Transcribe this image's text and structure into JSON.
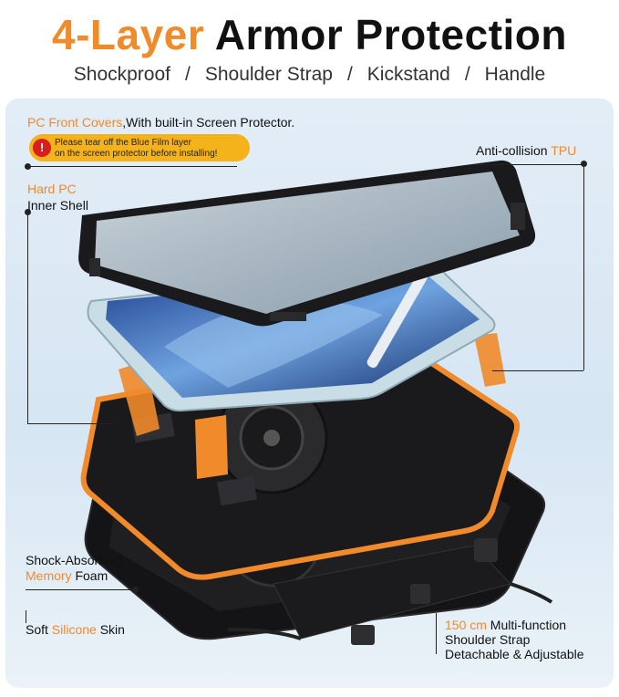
{
  "header": {
    "title_accent": "4-Layer",
    "title_rest": "Armor Protection",
    "features": [
      "Shockproof",
      "Shoulder Strap",
      "Kickstand",
      "Handle"
    ],
    "separator": "/"
  },
  "callouts": {
    "front_cover_accent": "PC Front Covers",
    "front_cover_rest": ",With built-in Screen Protector.",
    "warning_line1": "Please tear off the Blue Film layer",
    "warning_line2": "on the screen protector before installing!",
    "warning_icon": "!",
    "tpu_prefix": "Anti-collision ",
    "tpu_accent": "TPU",
    "hard_pc_accent": "Hard PC",
    "hard_pc_rest": "Inner Shell",
    "foam_line1": "Shock-Absorbing",
    "foam_accent": "Memory",
    "foam_rest": " Foam",
    "skin_prefix": "Soft ",
    "skin_accent": "Silicone",
    "skin_rest": " Skin",
    "strap_accent": "150 cm",
    "strap_rest": " Multi-function",
    "strap_line2": "Shoulder Strap",
    "strap_line3": "Detachable & Adjustable"
  },
  "colors": {
    "accent": "#f08a2a",
    "warning_bg": "#f4b21b",
    "warning_icon": "#d81e1e",
    "case_black": "#1b1b1d",
    "panel_blue": "#dae8f4"
  }
}
